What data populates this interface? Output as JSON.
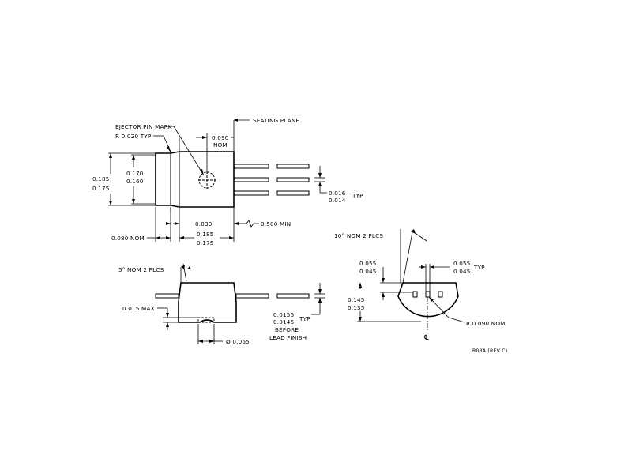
{
  "top_view": {
    "ejector_pin_mark": "EJECTOR PIN MARK",
    "radius_typ": "R 0.020 TYP",
    "seating_plane": "SEATING PLANE",
    "dim_0090": "0.090",
    "dim_nom": "NOM",
    "dim_0185": "0.185",
    "dim_0175": "0.175",
    "dim_0170": "0.170",
    "dim_0160": "0.160",
    "dim_0030": "0.030",
    "dim_0500_min": "0.500 MIN",
    "dim_0080_nom": "0.080 NOM",
    "dim_0185b": "0.185",
    "dim_0175b": "0.175",
    "dim_0016": "0.016",
    "dim_0014": "0.014",
    "typ": "TYP"
  },
  "side_view": {
    "draft_angle": "5° NOM 2 PLCS",
    "dim_0015_max": "0.015 MAX",
    "dim_diameter": "Ø 0.065",
    "dim_00155": "0.0155",
    "dim_00145": "0.0145",
    "typ": "TYP",
    "before": "BEFORE",
    "lead_finish": "LEAD FINISH"
  },
  "end_view": {
    "draft_angle": "10° NOM 2 PLCS",
    "dim_0055": "0.055",
    "dim_0045": "0.045",
    "dim_0055b": "0.055",
    "dim_0045b": "0.045",
    "typ": "TYP",
    "dim_0145": "0.145",
    "dim_0135": "0.135",
    "radius_nom": "R 0.090 NOM",
    "centerline": "℄"
  },
  "revision": "R03A (REV C)"
}
